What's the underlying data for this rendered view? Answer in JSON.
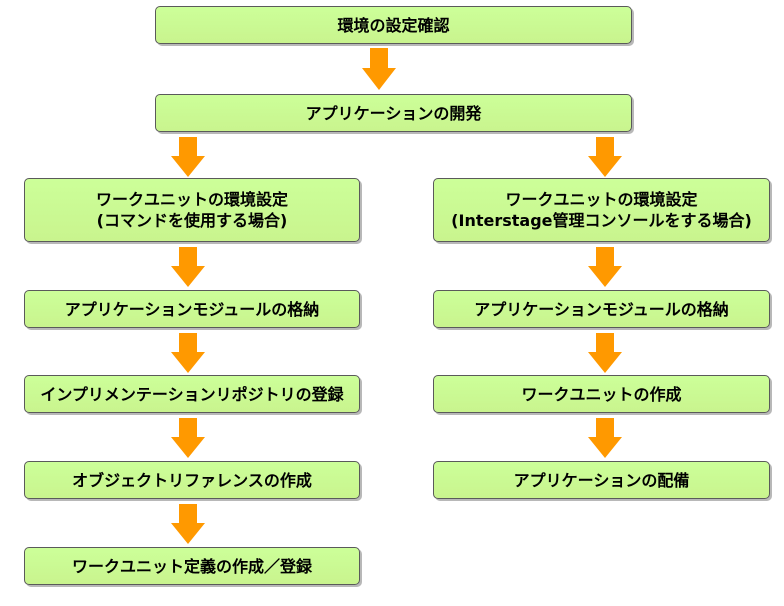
{
  "colors": {
    "box_fill": "#ccff99",
    "box_border": "#5a5a5a",
    "arrow": "#ff9900"
  },
  "top": {
    "env_check": "環境の設定確認",
    "app_dev": "アプリケーションの開発"
  },
  "left": {
    "workunit_env_line1": "ワークユニットの環境設定",
    "workunit_env_line2": "(コマンドを使用する場合)",
    "store_module": "アプリケーションモジュールの格納",
    "register_impl_repo": "インプリメンテーションリポジトリの登録",
    "create_object_ref": "オブジェクトリファレンスの作成",
    "create_register_workunit_def": "ワークユニット定義の作成／登録"
  },
  "right": {
    "workunit_env_line1": "ワークユニットの環境設定",
    "workunit_env_line2": "(Interstage管理コンソールをする場合)",
    "store_module": "アプリケーションモジュールの格納",
    "create_workunit": "ワークユニットの作成",
    "deploy_app": "アプリケーションの配備"
  }
}
